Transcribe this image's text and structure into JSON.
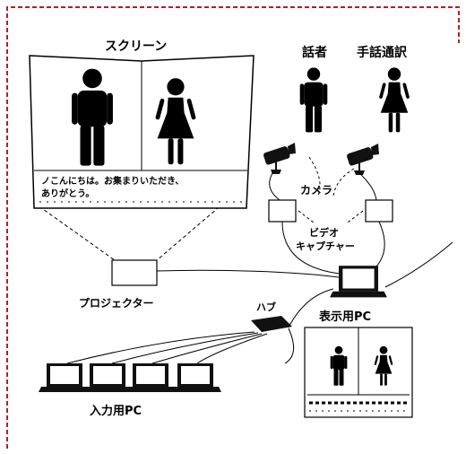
{
  "labels": {
    "screen": "スクリーン",
    "speaker": "話者",
    "interpreter": "手話通訳",
    "camera": "カメラ",
    "capture_line1": "ビデオ",
    "capture_line2": "キャプチャー",
    "projector": "プロジェクター",
    "hub": "ハブ",
    "display_pc": "表示用PC",
    "input_pc": "入力用PC"
  },
  "screen_caption": {
    "line1": "ノこんにちは。お集まりいただき、",
    "line2": "ありがとう。"
  },
  "colors": {
    "frame_border": "#b21f24",
    "ink": "#000000"
  }
}
